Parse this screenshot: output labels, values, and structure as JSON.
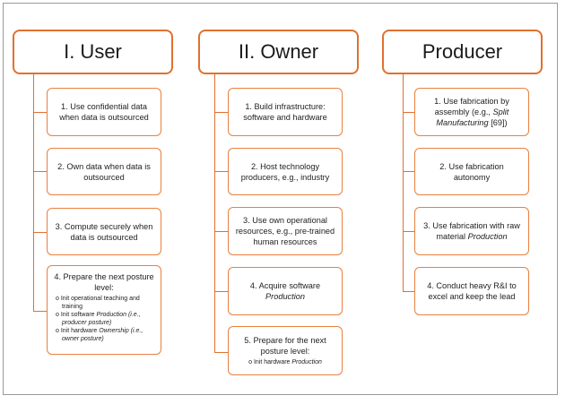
{
  "columns": [
    {
      "header": "I. User",
      "items": [
        {
          "text": "1. Use confidential data when data is outsourced"
        },
        {
          "text": "2. Own data when data is outsourced"
        },
        {
          "text": "3. Compute securely when data is outsourced"
        },
        {
          "text": "4. Prepare the next posture level:",
          "subs": [
            {
              "text": "o Init operational teaching and training"
            },
            {
              "pre": "o Init software ",
              "em": "Production (i.e., producer posture)",
              "post": ""
            },
            {
              "pre": "o Init hardware ",
              "em": "Ownership (i.e., owner posture)",
              "post": ""
            }
          ]
        }
      ]
    },
    {
      "header": "II. Owner",
      "items": [
        {
          "text": "1. Build infrastructure: software and hardware"
        },
        {
          "text": "2. Host technology producers, e.g., industry"
        },
        {
          "text": "3. Use own operational resources, e.g., pre-trained human resources"
        },
        {
          "pre": "4. Acquire software ",
          "em": "Production",
          "post": ""
        },
        {
          "text": "5. Prepare for the next posture level:",
          "subs": [
            {
              "pre": "o Init hardware ",
              "em": "Production",
              "post": ""
            }
          ]
        }
      ]
    },
    {
      "header": "Producer",
      "items": [
        {
          "pre": "1. Use fabrication by assembly (e.g., ",
          "em": "Split Manufacturing",
          "post": " [69])"
        },
        {
          "text": "2. Use fabrication autonomy"
        },
        {
          "pre": "3. Use fabrication with raw material ",
          "em": "Production",
          "post": ""
        },
        {
          "text": "4. Conduct heavy R&I to excel and keep the lead"
        }
      ]
    }
  ]
}
